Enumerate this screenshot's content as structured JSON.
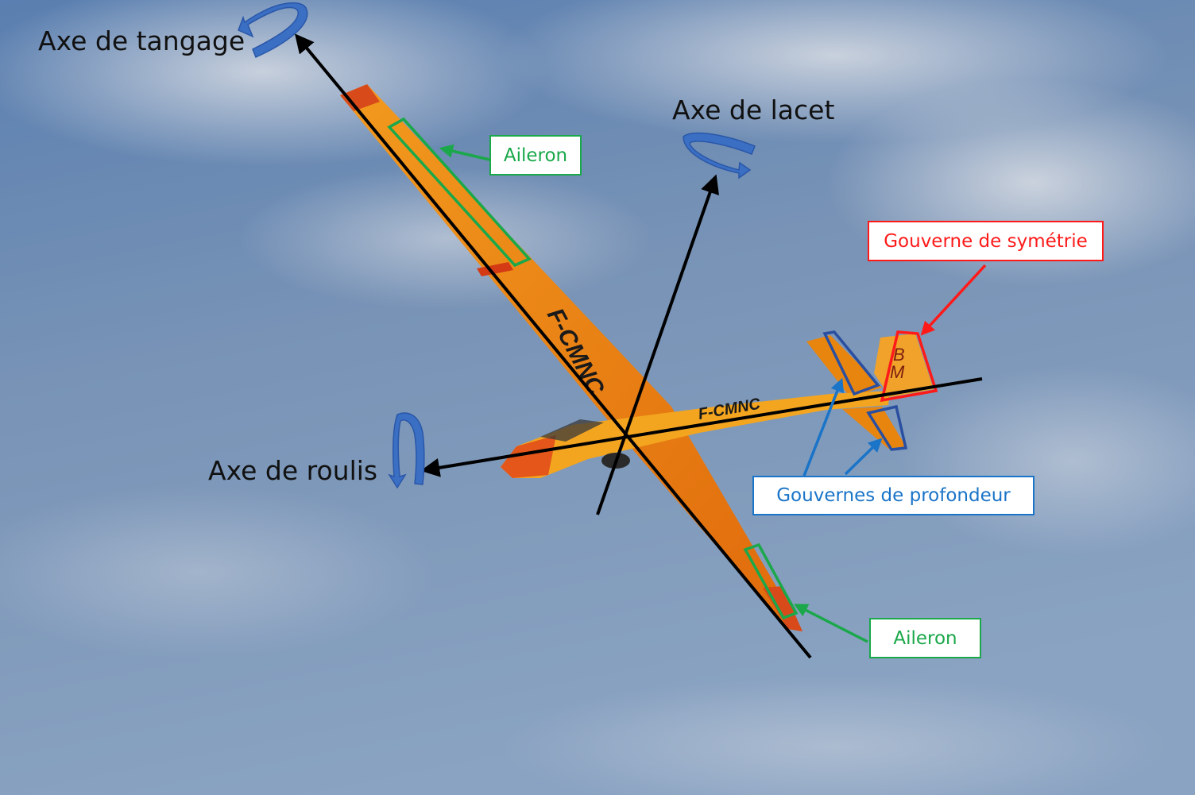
{
  "axes": {
    "pitch": "Axe de tangage",
    "yaw": "Axe de lacet",
    "roll": "Axe de roulis"
  },
  "callouts": {
    "aileron_top": "Aileron",
    "aileron_bottom": "Aileron",
    "rudder": "Gouverne de symétrie",
    "elevators": "Gouvernes  de profondeur"
  },
  "aircraft": {
    "registration": "F-CMNC",
    "tail_letters": [
      "B",
      "M"
    ]
  },
  "colors": {
    "aileron": "#1aa84a",
    "rudder": "#ff1a1a",
    "elevators": "#1a74c8",
    "rotation_arrows": "#3a6fc4",
    "axes": "#000000"
  }
}
